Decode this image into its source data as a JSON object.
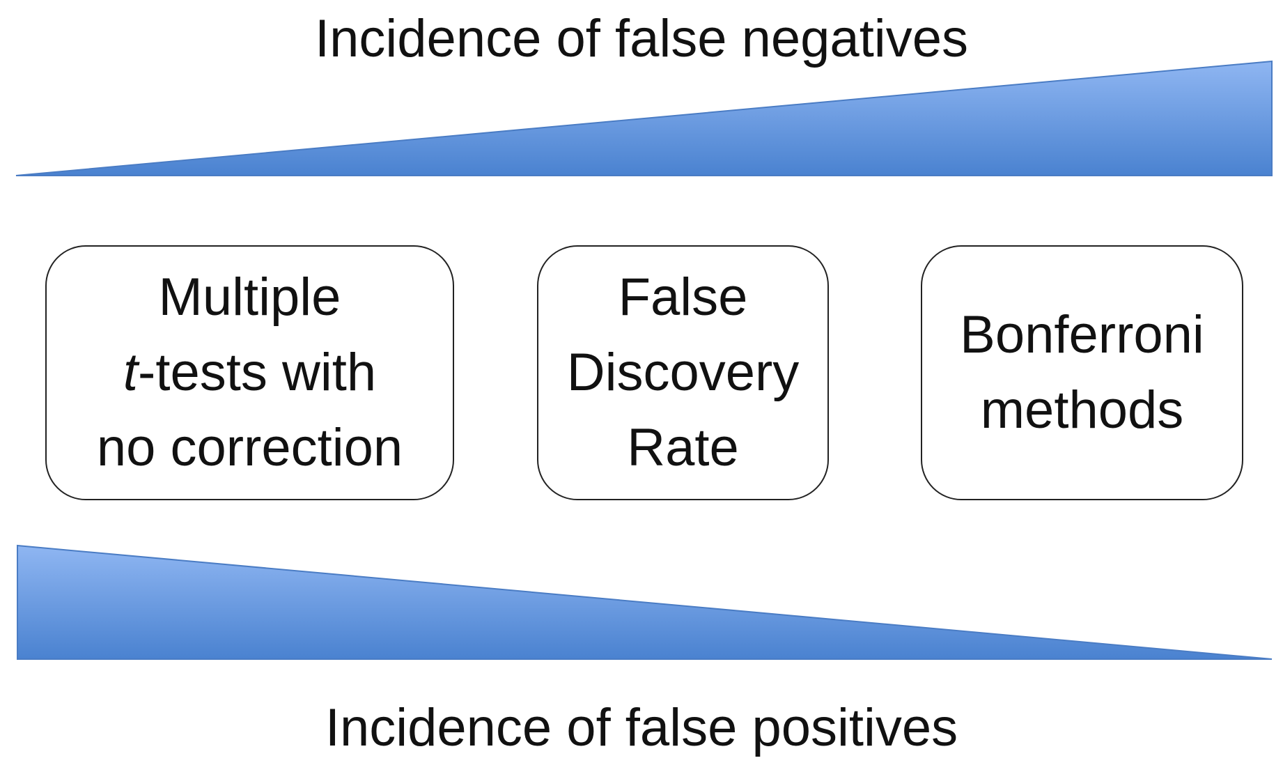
{
  "top_label": "Incidence of false negatives",
  "bottom_label": "Incidence of false positives",
  "methods": [
    {
      "line1_italic": "",
      "line1": "Multiple",
      "line2_italic": "t",
      "line2": "-tests with",
      "line3": "no correction"
    },
    {
      "line1": "False",
      "line2": "Discovery",
      "line3": "Rate"
    },
    {
      "line1": "Bonferroni",
      "line2": "methods"
    }
  ],
  "colors": {
    "wedge_light": "#8fb6f2",
    "wedge_dark": "#4a82d0",
    "wedge_stroke": "#4a7cc4",
    "box_border": "#222222",
    "text": "#111111"
  }
}
